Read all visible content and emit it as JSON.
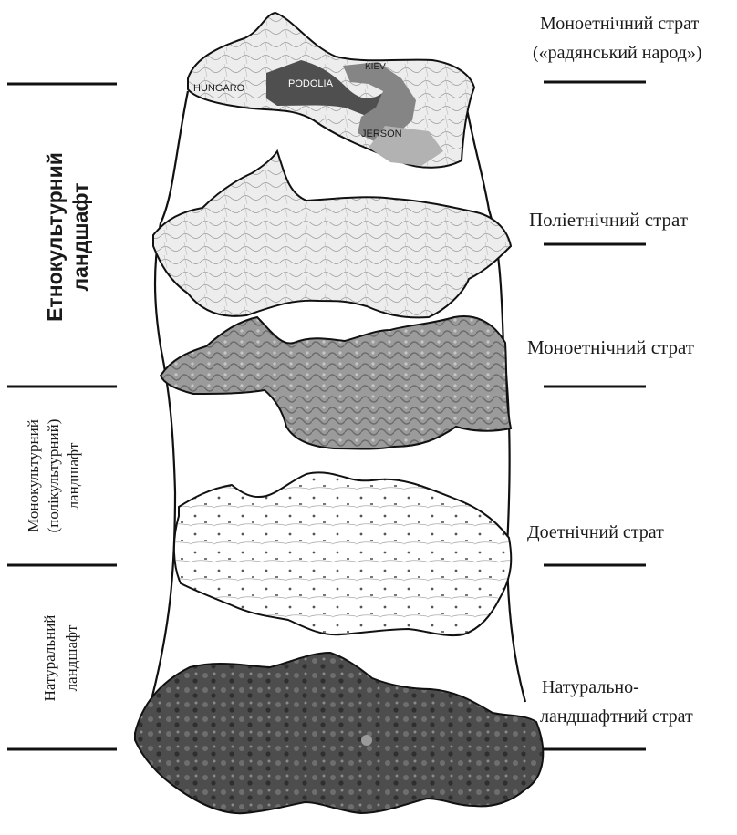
{
  "diagram": {
    "strata": [
      {
        "id": "mono-soviet",
        "lines": [
          "Моноетнічний страт",
          "(«радянський народ»)"
        ],
        "map_labels": [
          "HUNGARO",
          "PODOLIA",
          "KIEV",
          "JERSON"
        ]
      },
      {
        "id": "poly",
        "lines": [
          "Поліетнічний страт"
        ]
      },
      {
        "id": "mono",
        "lines": [
          "Моноетнічний страт"
        ]
      },
      {
        "id": "pre-ethnic",
        "lines": [
          "Доетнічний страт"
        ]
      },
      {
        "id": "natural",
        "lines": [
          "Натурально-",
          "ландшафтний страт"
        ]
      }
    ],
    "left_labels": {
      "ethnocultural": [
        "Етнокультурний",
        "ландшафт"
      ],
      "monocultural": [
        "Монокультурний",
        "(полікультурний)",
        "ландшафт"
      ],
      "natural": [
        "Натуральний",
        "ландшафт"
      ]
    },
    "colors": {
      "ink": "#111111",
      "map_light": "#e9e9e9",
      "map_mid": "#8f8f8f",
      "map_dark": "#5a5a5a",
      "satellite": "#4a4a4a"
    }
  }
}
